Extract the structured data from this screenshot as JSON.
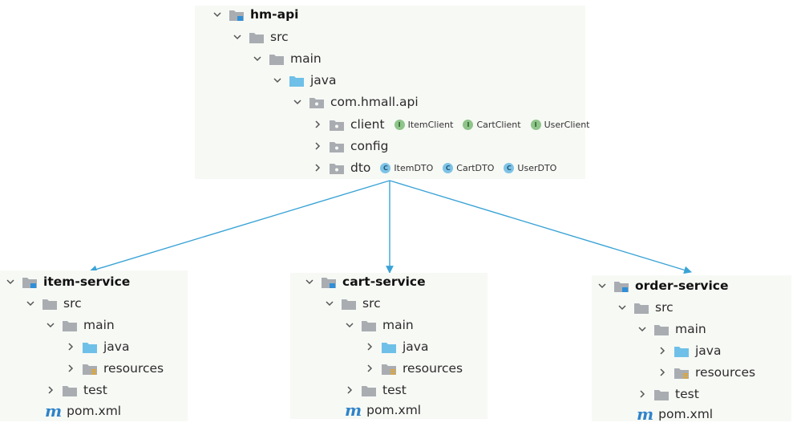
{
  "api_module": {
    "name": "hm-api",
    "src": "src",
    "main": "main",
    "java": "java",
    "package": "com.hmall.api",
    "client": {
      "label": "client",
      "badges": [
        "ItemClient",
        "CartClient",
        "UserClient"
      ],
      "badge_letter": "I"
    },
    "config": "config",
    "dto": {
      "label": "dto",
      "badges": [
        "ItemDTO",
        "CartDTO",
        "UserDTO"
      ],
      "badge_letter": "C"
    }
  },
  "services": [
    {
      "name": "item-service",
      "src": "src",
      "main": "main",
      "java": "java",
      "resources": "resources",
      "test": "test",
      "pom": "pom.xml",
      "pom_icon": "m"
    },
    {
      "name": "cart-service",
      "src": "src",
      "main": "main",
      "java": "java",
      "resources": "resources",
      "test": "test",
      "pom": "pom.xml",
      "pom_icon": "m"
    },
    {
      "name": "order-service",
      "src": "src",
      "main": "main",
      "java": "java",
      "resources": "resources",
      "test": "test",
      "pom": "pom.xml",
      "pom_icon": "m"
    }
  ],
  "colors": {
    "folder_gray": "#a9adb2",
    "folder_blue": "#6ec0e8",
    "module_square": "#2f8fd8",
    "arrow": "#3aa3d6",
    "interface_badge": "#8fc48a",
    "class_badge": "#7ec3e6",
    "pom_blue": "#2f83c9"
  }
}
